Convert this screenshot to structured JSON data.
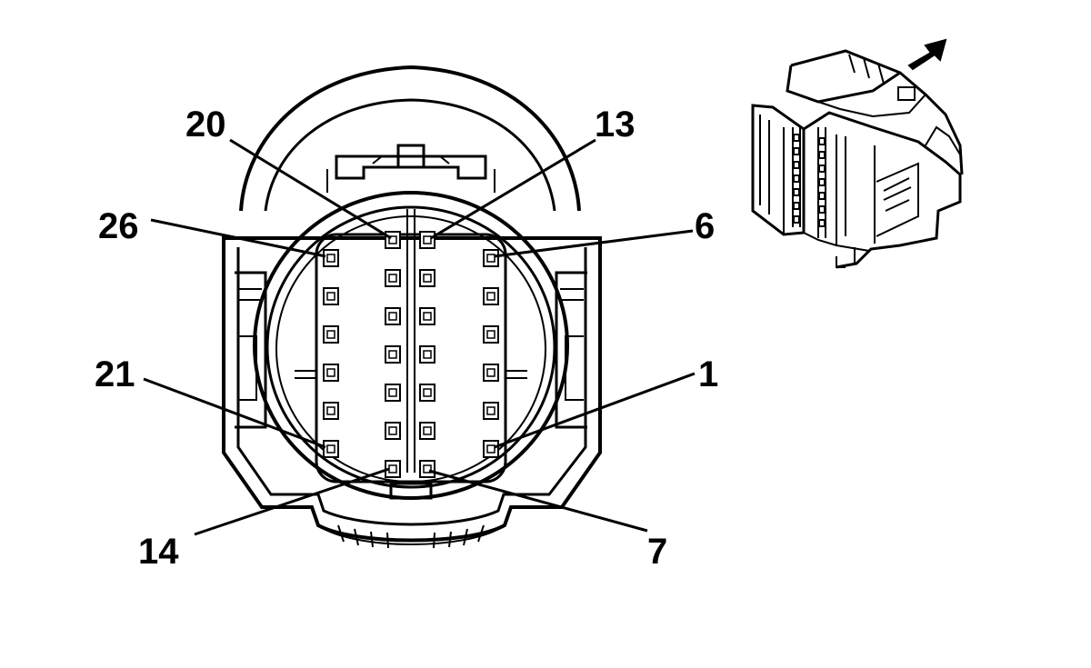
{
  "diagram": {
    "type": "connector-pinout",
    "line_color": "#000000",
    "background": "#ffffff",
    "pin_labels": [
      {
        "id": "20",
        "text": "20"
      },
      {
        "id": "13",
        "text": "13"
      },
      {
        "id": "26",
        "text": "26"
      },
      {
        "id": "6",
        "text": "6"
      },
      {
        "id": "21",
        "text": "21"
      },
      {
        "id": "1",
        "text": "1"
      },
      {
        "id": "14",
        "text": "14"
      },
      {
        "id": "7",
        "text": "7"
      }
    ],
    "pin_rows": {
      "outer_left_count": 6,
      "inner_left_count": 7,
      "inner_right_count": 7,
      "outer_right_count": 6
    },
    "inset_icon": "connector-perspective-view",
    "direction_icon": "arrow-up-right-icon"
  }
}
